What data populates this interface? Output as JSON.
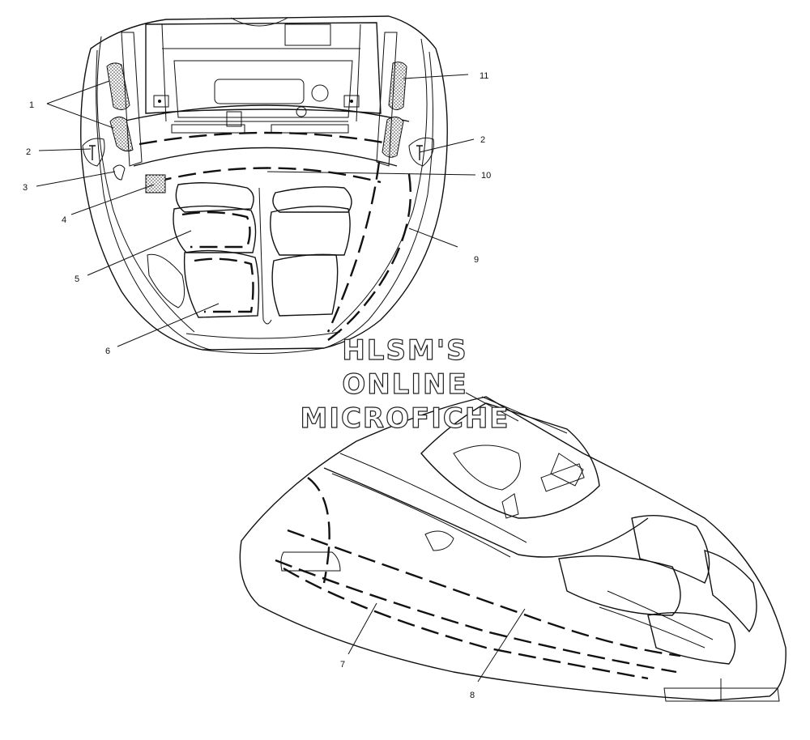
{
  "callouts": {
    "c1": "1",
    "c2a": "2",
    "c2b": "2",
    "c3": "3",
    "c4": "4",
    "c5": "5",
    "c6": "6",
    "c7": "7",
    "c8": "8",
    "c9": "9",
    "c10": "10",
    "c11": "11"
  },
  "watermark": {
    "line1": "HLSM'S",
    "line2": "ONLINE",
    "line3": "MICROFICHE"
  }
}
